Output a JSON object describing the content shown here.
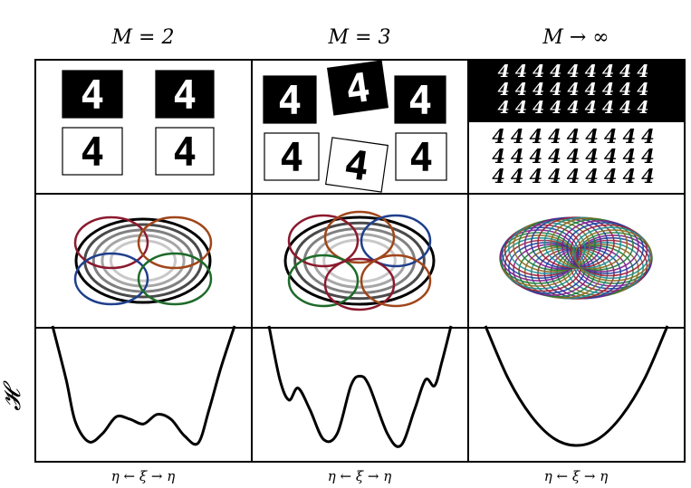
{
  "columns": [
    {
      "title": "M = 2",
      "xlabel": "η ← ξ → η",
      "digits": [
        "4",
        "4"
      ],
      "loops": {
        "count": 4,
        "colors": [
          "#8b1a2e",
          "#a0461a",
          "#1f3f8c",
          "#1e6a2a"
        ]
      },
      "potential": {
        "samples": [
          [
            -1.0,
            1.0
          ],
          [
            -0.85,
            0.55
          ],
          [
            -0.75,
            0.2
          ],
          [
            -0.6,
            0.03
          ],
          [
            -0.45,
            0.1
          ],
          [
            -0.3,
            0.24
          ],
          [
            -0.15,
            0.22
          ],
          [
            0.0,
            0.18
          ],
          [
            0.15,
            0.26
          ],
          [
            0.3,
            0.22
          ],
          [
            0.45,
            0.08
          ],
          [
            0.6,
            0.02
          ],
          [
            0.72,
            0.3
          ],
          [
            0.85,
            0.65
          ],
          [
            1.0,
            1.0
          ]
        ]
      }
    },
    {
      "title": "M = 3",
      "xlabel": "η ← ξ → η",
      "digits": [
        "4",
        "4",
        "4"
      ],
      "loops": {
        "count": 6,
        "colors": [
          "#8b1a2e",
          "#a0461a",
          "#1f3f8c",
          "#1e6a2a",
          "#8b1a2e",
          "#a0461a"
        ]
      },
      "potential": {
        "samples": [
          [
            -1.0,
            1.0
          ],
          [
            -0.88,
            0.55
          ],
          [
            -0.78,
            0.38
          ],
          [
            -0.68,
            0.48
          ],
          [
            -0.55,
            0.3
          ],
          [
            -0.4,
            0.05
          ],
          [
            -0.25,
            0.1
          ],
          [
            -0.1,
            0.5
          ],
          [
            0.0,
            0.58
          ],
          [
            0.1,
            0.5
          ],
          [
            0.3,
            0.1
          ],
          [
            0.45,
            0.0
          ],
          [
            0.6,
            0.3
          ],
          [
            0.72,
            0.55
          ],
          [
            0.82,
            0.5
          ],
          [
            0.9,
            0.7
          ],
          [
            1.0,
            1.0
          ]
        ]
      }
    },
    {
      "title": "M → ∞",
      "xlabel": "η ← ξ → η",
      "digit_rows": [
        "444444444",
        "444444444",
        "444444444"
      ],
      "loops": {
        "count": 36,
        "colors": [
          "#1f7a3a",
          "#7a1f8c",
          "#1f3f9c",
          "#9c1f3a",
          "#1f8c8c",
          "#8c6a1f"
        ]
      },
      "potential": {
        "samples": [
          [
            -1.0,
            1.0
          ],
          [
            -0.75,
            0.56
          ],
          [
            -0.5,
            0.25
          ],
          [
            -0.25,
            0.06
          ],
          [
            0.0,
            0.0
          ],
          [
            0.25,
            0.06
          ],
          [
            0.5,
            0.25
          ],
          [
            0.75,
            0.56
          ],
          [
            1.0,
            1.0
          ]
        ]
      }
    }
  ],
  "ylabel": "𝓗",
  "ring_grays": [
    "#000000",
    "#4a4a4a",
    "#808080",
    "#a6a6a6",
    "#c8c8c8"
  ]
}
